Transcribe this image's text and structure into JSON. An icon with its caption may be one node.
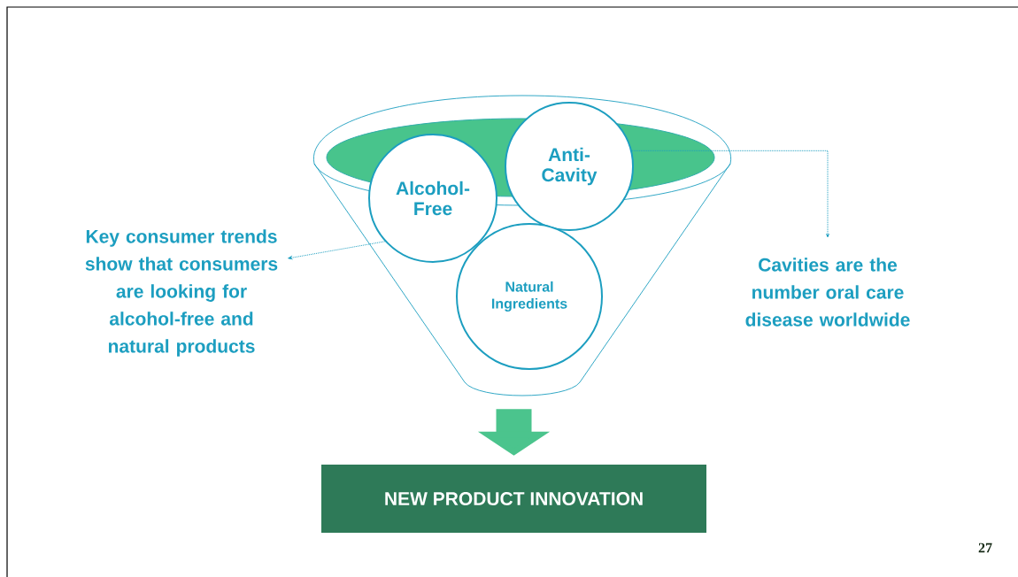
{
  "diagram": {
    "nodes": [
      {
        "text": [],
        "shape": "funnel"
      },
      {
        "text": [
          "Alcohol-Free"
        ],
        "in": 0
      },
      {
        "text": [
          "Anti-Cavity"
        ],
        "in": 0
      },
      {
        "text": [
          "Natural Ingredients"
        ],
        "in": 0
      },
      {
        "text": [
          "NEW PRODUCT INNOVATION"
        ]
      },
      {
        "text": [
          "Key consumer trends show that consumers are looking for alcohol-free and natural products"
        ]
      },
      {
        "text": [
          "Cavities are the number oral care disease worldwide"
        ]
      }
    ],
    "edges": [
      {
        "from": 0,
        "to": 4,
        "arrow": "to",
        "style": "thick",
        "color": "#4bc48d"
      },
      {
        "from": 1,
        "to": 5,
        "arrow": "to",
        "style": "dashed"
      },
      {
        "from": 2,
        "to": 6,
        "arrow": "to",
        "style": "dashed"
      }
    ],
    "labels": [
      "27"
    ]
  }
}
